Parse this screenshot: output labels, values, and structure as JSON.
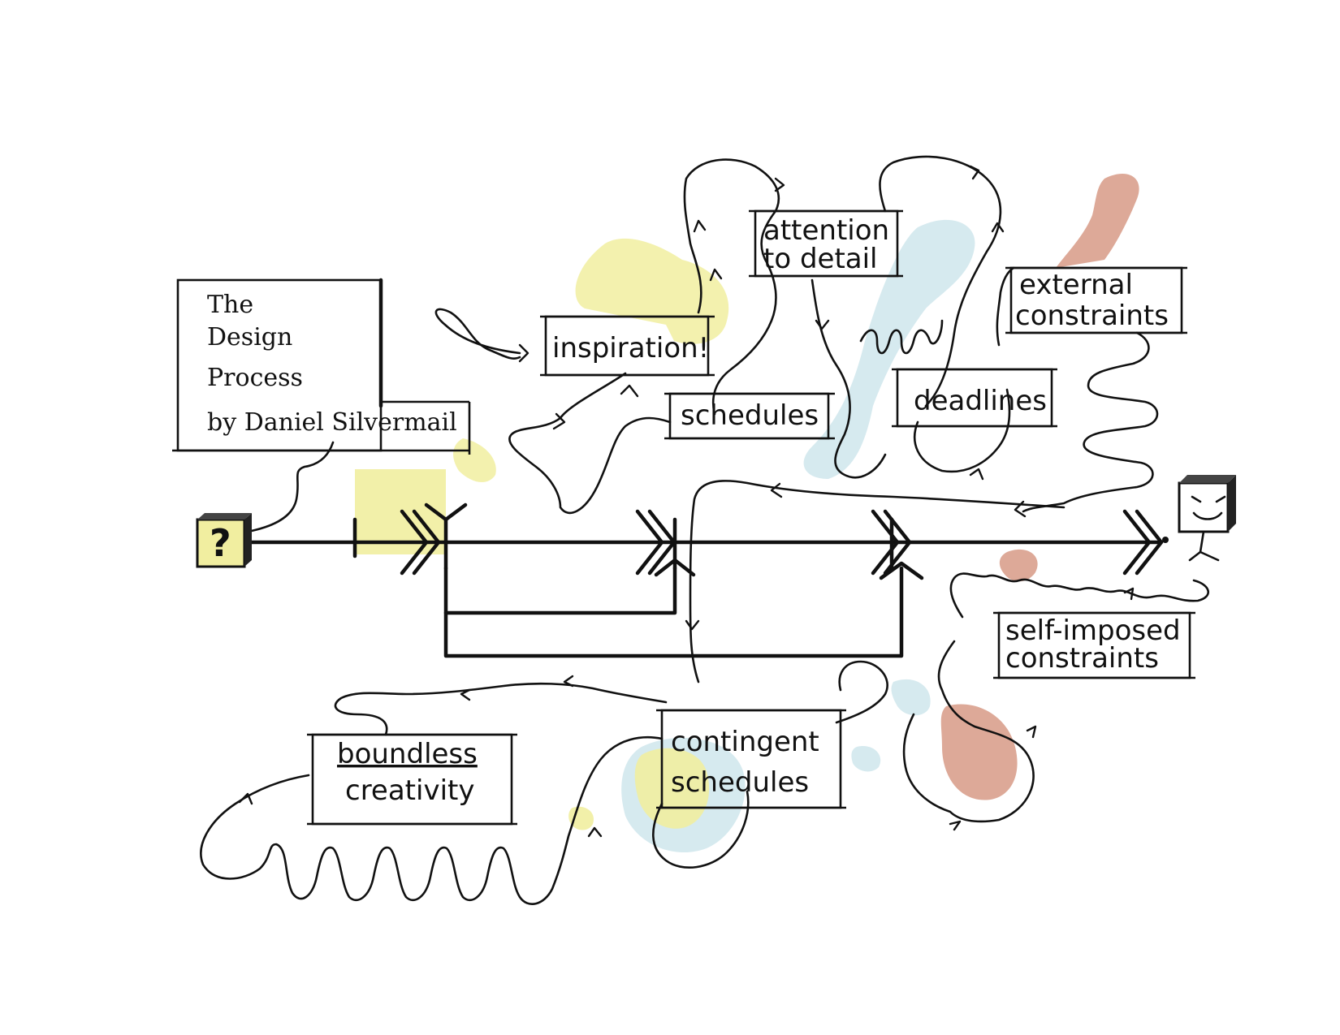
{
  "title": {
    "line1": "The",
    "line2": "Design",
    "line3": "Process",
    "author": "by Daniel Silvermail"
  },
  "start_node": {
    "glyph": "?",
    "icon": "question-cube-icon"
  },
  "end_node": {
    "icon": "smiley-cube-icon"
  },
  "labels": {
    "inspiration": "inspiration!",
    "attention_line1": "attention",
    "attention_line2": "to detail",
    "schedules": "schedules",
    "deadlines": "deadlines",
    "external_line1": "external",
    "external_line2": "constraints",
    "self_imposed_line1": "self-imposed",
    "self_imposed_line2": "constraints",
    "contingent_line1": "contingent",
    "contingent_line2": "schedules",
    "boundless_line1": "boundless",
    "boundless_line2": "creativity"
  },
  "colors": {
    "yellow_wash": "#f1eea0",
    "blue_wash": "#cfe6ec",
    "red_wash": "#d79a86",
    "ink": "#111111"
  }
}
